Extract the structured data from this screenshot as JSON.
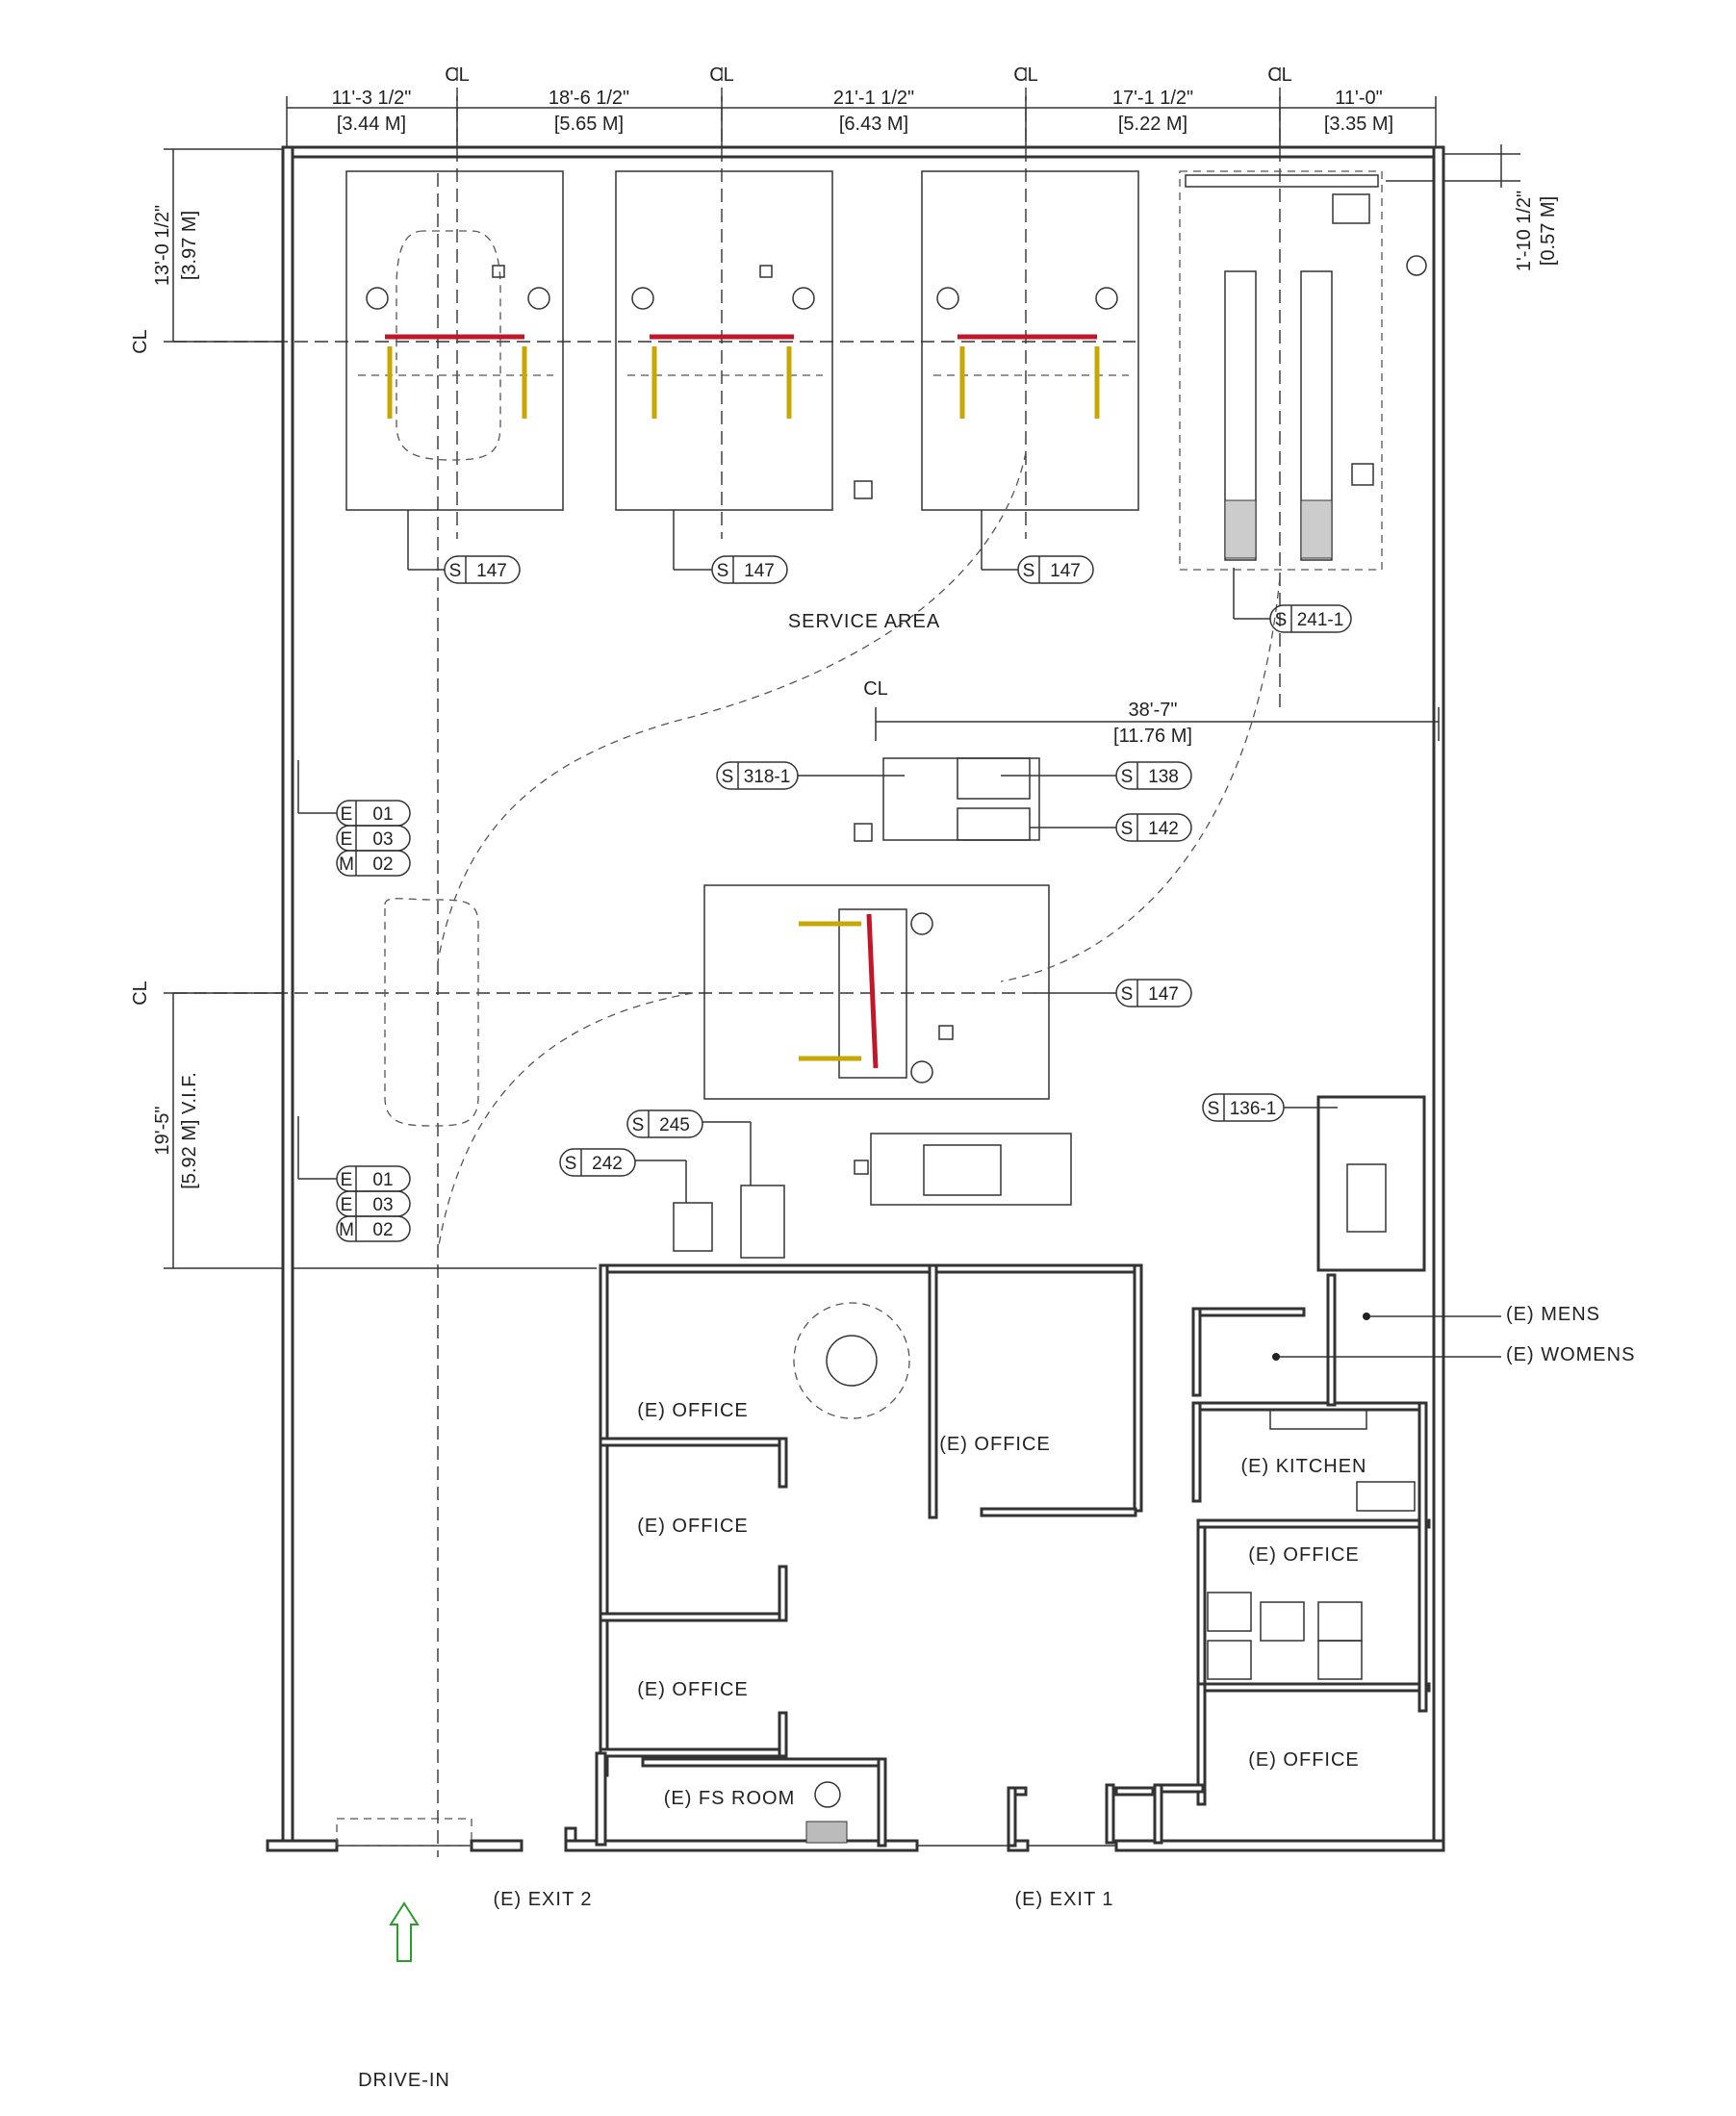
{
  "plan": {
    "top_dimensions": [
      {
        "imperial": "11'-3 1/2\"",
        "metric": "[3.44 M]"
      },
      {
        "imperial": "18'-6 1/2\"",
        "metric": "[5.65 M]"
      },
      {
        "imperial": "21'-1 1/2\"",
        "metric": "[6.43 M]"
      },
      {
        "imperial": "17'-1 1/2\"",
        "metric": "[5.22 M]"
      },
      {
        "imperial": "11'-0\"",
        "metric": "[3.35 M]"
      }
    ],
    "left_dim_top": {
      "imperial": "13'-0 1/2\"",
      "metric": "[3.97 M]"
    },
    "left_dim_bottom": {
      "imperial": "19'-5\"",
      "metric": "[5.92 M] V.I.F."
    },
    "right_dim_top": {
      "imperial": "1'-10 1/2\"",
      "metric": "[0.57 M]"
    },
    "mid_dimension": {
      "imperial": "38'-7\"",
      "metric": "[11.76 M]"
    },
    "centerline_mark": "CL",
    "rooms": {
      "service_area": "SERVICE AREA",
      "office_1": "(E) OFFICE",
      "office_2": "(E) OFFICE",
      "office_3": "(E) OFFICE",
      "office_4": "(E) OFFICE",
      "office_5": "(E) OFFICE",
      "office_6": "(E) OFFICE",
      "kitchen": "(E) KITCHEN",
      "fs_room": "(E) FS ROOM",
      "mens": "(E) MENS",
      "womens": "(E) WOMENS",
      "exit_1": "(E) EXIT 1",
      "exit_2": "(E) EXIT 2",
      "drive_in": "DRIVE-IN"
    },
    "equipment_tags": {
      "lift_1": {
        "prefix": "S",
        "number": "147"
      },
      "lift_2": {
        "prefix": "S",
        "number": "147"
      },
      "lift_3": {
        "prefix": "S",
        "number": "147"
      },
      "alignment_lift": {
        "prefix": "S",
        "number": "241-1"
      },
      "tire_changer": {
        "prefix": "S",
        "number": "318-1"
      },
      "balancer": {
        "prefix": "S",
        "number": "138"
      },
      "brake_lathe": {
        "prefix": "S",
        "number": "142"
      },
      "lift_4": {
        "prefix": "S",
        "number": "147"
      },
      "parts_washer": {
        "prefix": "S",
        "number": "136-1"
      },
      "tool_245": {
        "prefix": "S",
        "number": "245"
      },
      "tool_242": {
        "prefix": "S",
        "number": "242"
      }
    },
    "electrical_tags_upper": [
      {
        "prefix": "E",
        "number": "01"
      },
      {
        "prefix": "E",
        "number": "03"
      },
      {
        "prefix": "M",
        "number": "02"
      }
    ],
    "electrical_tags_lower": [
      {
        "prefix": "E",
        "number": "01"
      },
      {
        "prefix": "E",
        "number": "03"
      },
      {
        "prefix": "M",
        "number": "02"
      }
    ],
    "colors": {
      "lift_arm": "#c0182a",
      "lift_post": "#c8a800",
      "arrow": "#2a9d2a",
      "wall": "#333333"
    }
  }
}
